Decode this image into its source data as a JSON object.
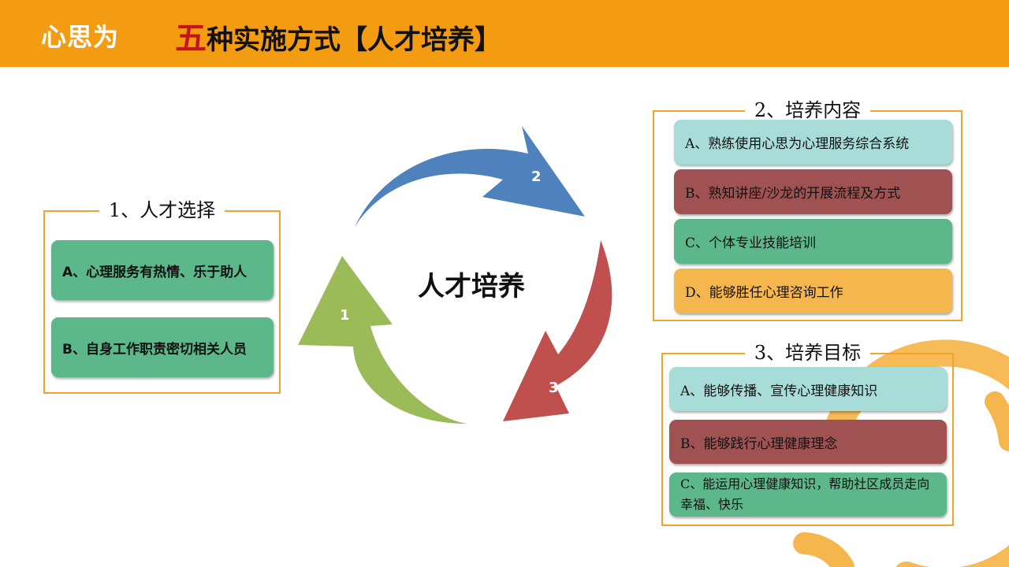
{
  "header": {
    "logo": "心思为",
    "title_first_char": "五",
    "title_rest": "种实施方式【人才培养】"
  },
  "cycle": {
    "center": "人才培养",
    "numbers": [
      "1",
      "2",
      "3"
    ],
    "colors": {
      "blue": "#4f81bd",
      "red": "#c0504d",
      "green": "#9bbb59"
    }
  },
  "panel1": {
    "title": "1、人才选择",
    "items": [
      "A、心理服务有热情、乐于助人",
      "B、自身工作职责密切相关人员"
    ]
  },
  "panel2": {
    "title": "2、培养内容",
    "items": [
      "A、熟练使用心思为心理服务综合系统",
      "B、熟知讲座/沙龙的开展流程及方式",
      "C、个体专业技能培训",
      "D、能够胜任心理咨询工作"
    ]
  },
  "panel3": {
    "title": "3、培养目标",
    "items": [
      "A、能够传播、宣传心理健康知识",
      "B、能够践行心理健康理念",
      "C、能运用心理健康知识，帮助社区成员走向幸福、快乐"
    ]
  },
  "colors": {
    "header": "#f39c12",
    "panel_border": "#f0a22b",
    "teal": "#a8dcd8",
    "green": "#5cb88a",
    "red": "#a05252",
    "orange": "#f5b64e"
  }
}
